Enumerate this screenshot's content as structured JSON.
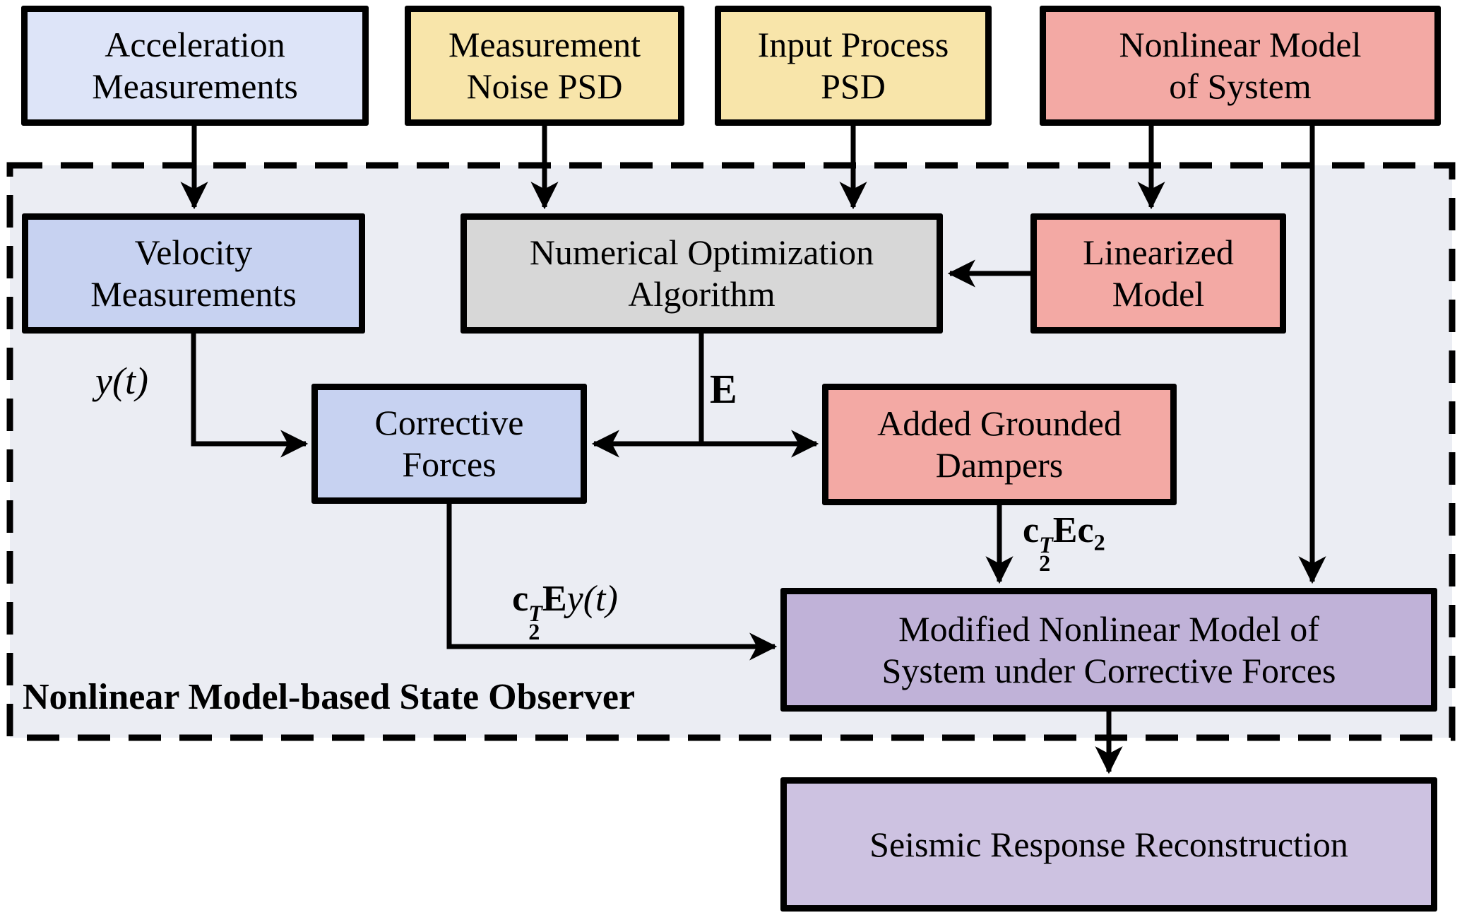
{
  "observer": {
    "label": "Nonlinear Model-based State Observer",
    "fill": "#ebedf3",
    "border_color": "#000000"
  },
  "colors": {
    "light_blue": "#dde4f8",
    "blue": "#c7d2f1",
    "yellow": "#f8e5aa",
    "pink": "#f3a9a4",
    "gray": "#d7d7d7",
    "purple_dark": "#c0b2d8",
    "purple_light": "#cdc2e1",
    "container_fill": "#ebedf3",
    "line_color": "#000000",
    "page_background": "#ffffff"
  },
  "nodes": {
    "acceleration": {
      "line1": "Acceleration",
      "line2": "Measurements",
      "fill": "#dde4f8"
    },
    "noise_psd": {
      "line1": "Measurement",
      "line2": "Noise PSD",
      "fill": "#f8e5aa"
    },
    "input_psd": {
      "line1": "Input Process",
      "line2": "PSD",
      "fill": "#f8e5aa"
    },
    "nonlinear_model": {
      "line1": "Nonlinear Model",
      "line2": "of System",
      "fill": "#f3a9a4"
    },
    "velocity": {
      "line1": "Velocity",
      "line2": "Measurements",
      "fill": "#c7d2f1"
    },
    "numerical_optimization": {
      "line1": "Numerical Optimization",
      "line2": "Algorithm",
      "fill": "#d7d7d7"
    },
    "linearized": {
      "line1": "Linearized",
      "line2": "Model",
      "fill": "#f3a9a4"
    },
    "corrective": {
      "line1": "Corrective",
      "line2": "Forces",
      "fill": "#c7d2f1"
    },
    "dampers": {
      "line1": "Added Grounded",
      "line2": "Dampers",
      "fill": "#f3a9a4"
    },
    "modified_model": {
      "line1": "Modified Nonlinear Model of",
      "line2": "System under Corrective Forces",
      "fill": "#c0b2d8"
    },
    "seismic": {
      "line1": "Seismic Response Reconstruction",
      "fill": "#cdc2e1"
    }
  },
  "edge_labels": {
    "y_of_t": "y(t)",
    "E": "E",
    "c2T_E_c2": {
      "c": "c",
      "sup_T": "T",
      "sub_2": "2",
      "E": "E",
      "c2": "c",
      "sub2_2": "2"
    },
    "c2T_E_yt": {
      "c": "c",
      "sup_T": "T",
      "sub_2": "2",
      "E": "E",
      "y_t": "y(t)"
    }
  },
  "connections": [
    {
      "from": "Acceleration Measurements",
      "to": "Velocity Measurements",
      "label": ""
    },
    {
      "from": "Measurement Noise PSD",
      "to": "Numerical Optimization Algorithm",
      "label": ""
    },
    {
      "from": "Input Process PSD",
      "to": "Numerical Optimization Algorithm",
      "label": ""
    },
    {
      "from": "Nonlinear Model of System",
      "to": "Linearized Model",
      "label": ""
    },
    {
      "from": "Nonlinear Model of System",
      "to": "Modified Nonlinear Model of System under Corrective Forces",
      "label": ""
    },
    {
      "from": "Linearized Model",
      "to": "Numerical Optimization Algorithm",
      "label": ""
    },
    {
      "from": "Numerical Optimization Algorithm",
      "to": "Corrective Forces",
      "label": "E"
    },
    {
      "from": "Numerical Optimization Algorithm",
      "to": "Added Grounded Dampers",
      "label": "E"
    },
    {
      "from": "Velocity Measurements",
      "to": "Corrective Forces",
      "label": "y(t)"
    },
    {
      "from": "Added Grounded Dampers",
      "to": "Modified Nonlinear Model of System under Corrective Forces",
      "label": "c₂ᵀEc₂"
    },
    {
      "from": "Corrective Forces",
      "to": "Modified Nonlinear Model of System under Corrective Forces",
      "label": "c₂ᵀEy(t)"
    },
    {
      "from": "Modified Nonlinear Model of System under Corrective Forces",
      "to": "Seismic Response Reconstruction",
      "label": ""
    }
  ]
}
